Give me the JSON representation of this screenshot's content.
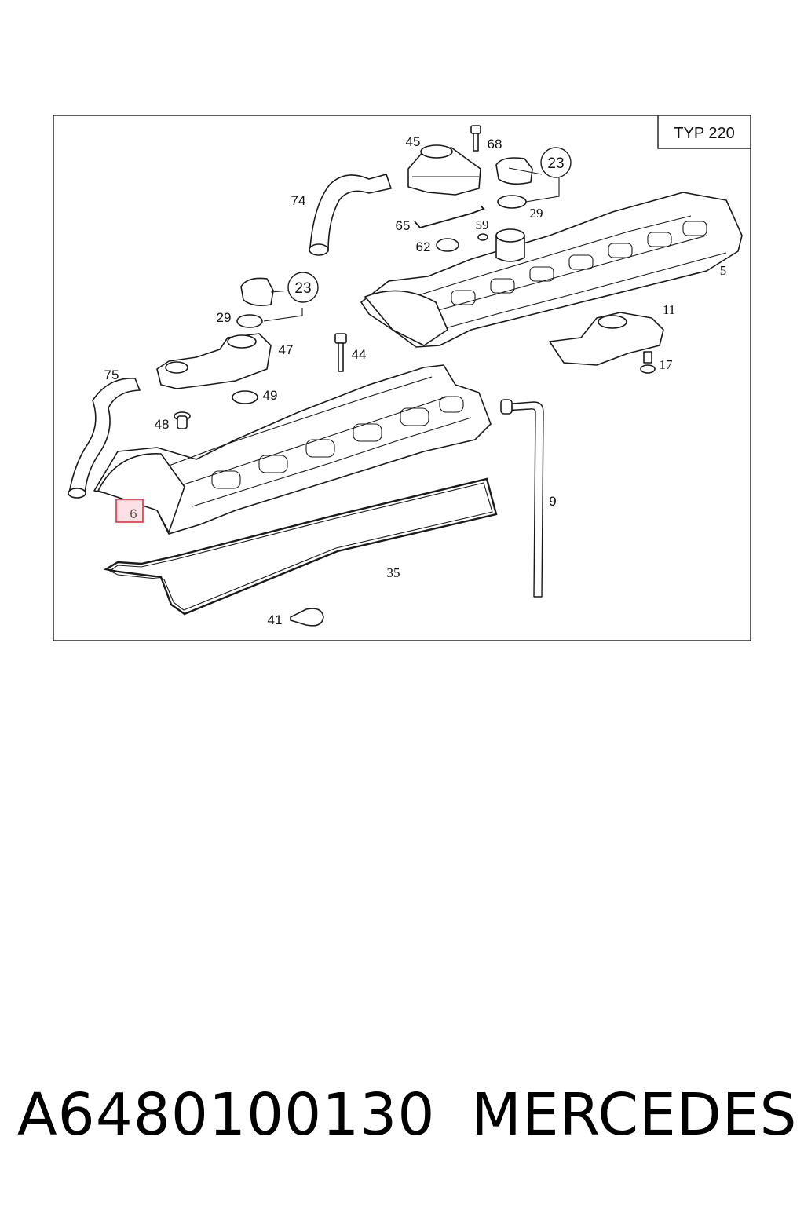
{
  "diagram": {
    "type_label": "TYP 220",
    "highlighted_callout": "6",
    "callouts": {
      "c5": "5",
      "c6": "6",
      "c9": "9",
      "c11": "11",
      "c17": "17",
      "c23a": "23",
      "c23b": "23",
      "c29a": "29",
      "c29b": "29",
      "c35": "35",
      "c41": "41",
      "c44": "44",
      "c45": "45",
      "c47": "47",
      "c48": "48",
      "c49": "49",
      "c59": "59",
      "c62": "62",
      "c65": "65",
      "c68": "68",
      "c74": "74",
      "c75": "75"
    },
    "highlight_color": "#e0303a"
  },
  "footer": {
    "part_number": "A6480100130",
    "brand": "MERCEDES"
  }
}
